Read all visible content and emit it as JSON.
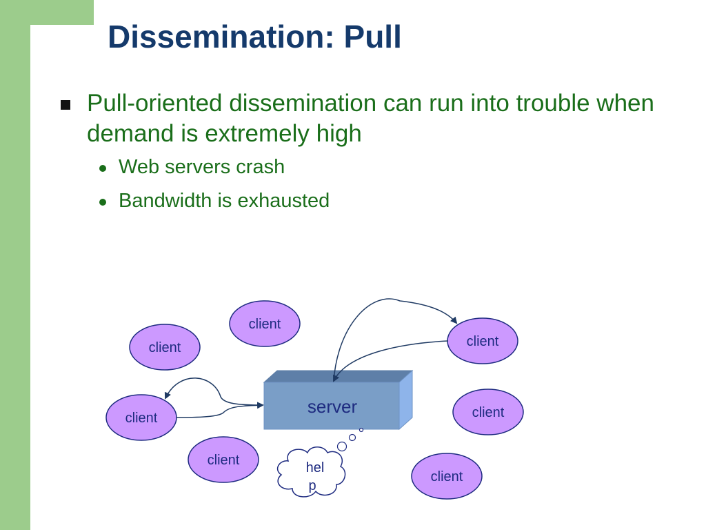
{
  "slide": {
    "title": "Dissemination: Pull",
    "bullets": [
      {
        "text": "Pull-oriented dissemination can run into trouble when demand is extremely high",
        "sub": [
          "Web servers crash",
          "Bandwidth is exhausted"
        ]
      }
    ]
  },
  "diagram": {
    "server_label": "server",
    "client_label": "client",
    "thought_text": "help",
    "thought_line1": "hel",
    "thought_line2": "p",
    "colors": {
      "client_fill": "#cc99ff",
      "server_fill": "#7a9ec7",
      "arrow": "#1f3a63",
      "title": "#153a6b",
      "bullet_text": "#1a6e1a",
      "accent_bar": "#9ccc8c"
    }
  }
}
